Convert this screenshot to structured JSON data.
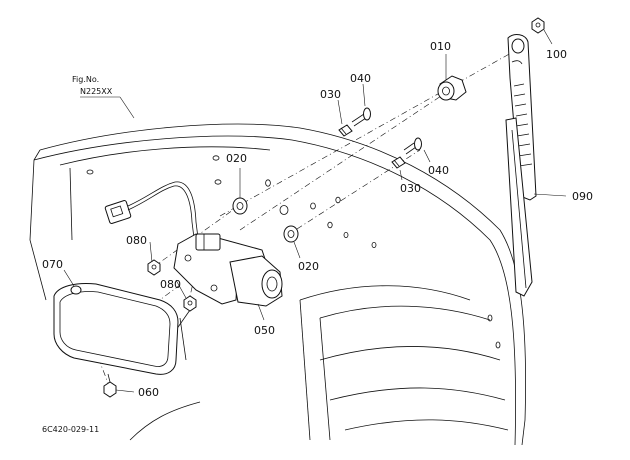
{
  "figure": {
    "fig_no_label": "Fig.No.",
    "fig_no_value": "N225XX",
    "drawing_code": "6C420-029-11"
  },
  "callouts": {
    "p010": "010",
    "p020a": "020",
    "p020b": "020",
    "p030a": "030",
    "p030b": "030",
    "p040a": "040",
    "p040b": "040",
    "p050": "050",
    "p060": "060",
    "p070": "070",
    "p080a": "080",
    "p080b": "080",
    "p090": "090",
    "p100": "100"
  }
}
